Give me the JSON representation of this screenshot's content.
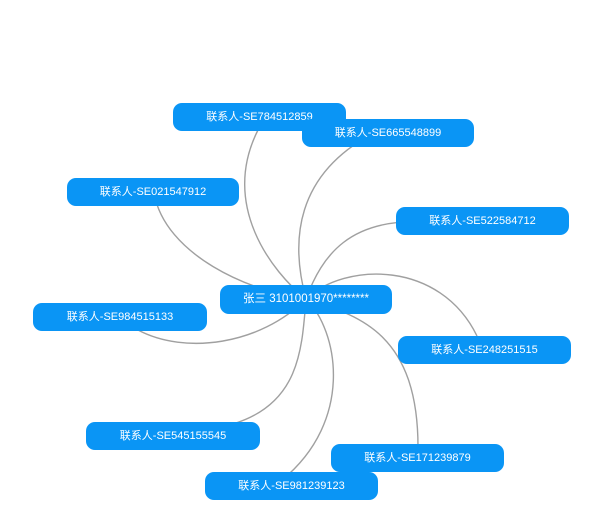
{
  "center": {
    "label": "张三 3101001970********"
  },
  "contacts": [
    {
      "label": "联系人-SE784512859"
    },
    {
      "label": "联系人-SE665548899"
    },
    {
      "label": "联系人-SE021547912"
    },
    {
      "label": "联系人-SE522584712"
    },
    {
      "label": "联系人-SE984515133"
    },
    {
      "label": "联系人-SE248251515"
    },
    {
      "label": "联系人-SE545155545"
    },
    {
      "label": "联系人-SE171239879"
    },
    {
      "label": "联系人-SE981239123"
    }
  ],
  "colors": {
    "node": "#0a95f5",
    "edge": "#a0a0a0",
    "text": "#ffffff"
  }
}
